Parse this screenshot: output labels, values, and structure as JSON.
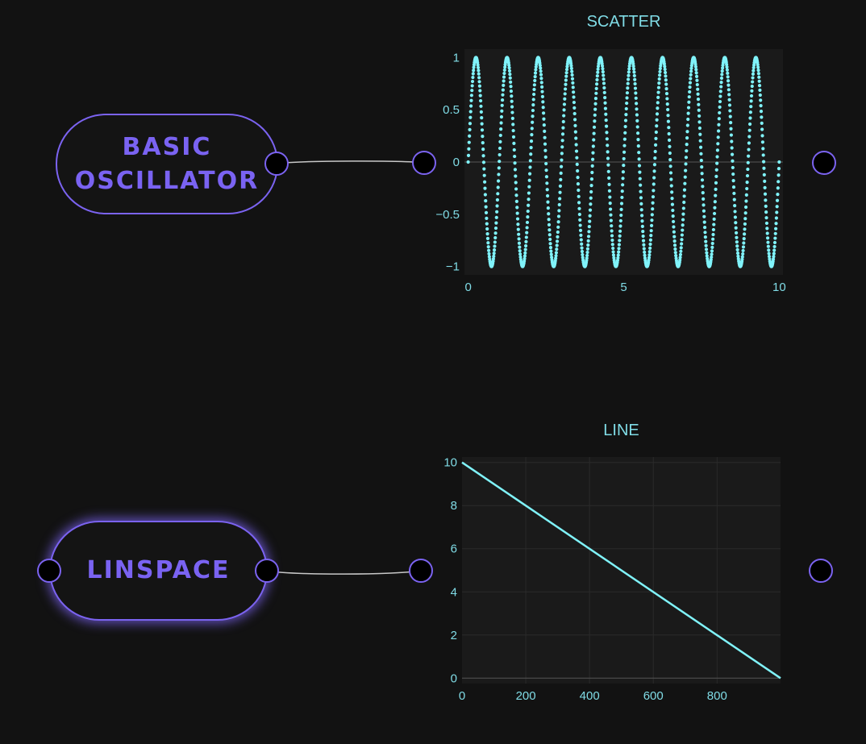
{
  "nodes": {
    "oscillator": {
      "line1": "BASIC",
      "line2": "OSCILLATOR"
    },
    "linspace": {
      "label": "LINSPACE"
    }
  },
  "colors": {
    "accent": "#7b63f0",
    "node_text": "#7a63f2",
    "plot": "#80f3fa",
    "axis_text": "#80dce6",
    "plot_bg": "#1a1a1a",
    "grid": "#2a2a2a",
    "wire": "#c8c8c8"
  },
  "chart_data": [
    {
      "type": "scatter",
      "title": "SCATTER",
      "xlabel": "",
      "ylabel": "",
      "function": "sin(2*pi*x)",
      "x_range": [
        0,
        10
      ],
      "n_points": 1000,
      "xlim": [
        -0.12,
        10.12
      ],
      "ylim": [
        -1.08,
        1.08
      ],
      "x_ticks": [
        0,
        5,
        10
      ],
      "x_tick_labels": [
        "0",
        "5",
        "10"
      ],
      "y_ticks": [
        1,
        0.5,
        0,
        -0.5,
        -1
      ],
      "y_tick_labels": [
        "1",
        "0.5",
        "0",
        "−0.5",
        "−1"
      ],
      "grid": false,
      "zero_line": true
    },
    {
      "type": "line",
      "title": "LINE",
      "xlabel": "",
      "ylabel": "",
      "x": [
        0,
        999
      ],
      "y": [
        10,
        0
      ],
      "xlim": [
        0,
        999
      ],
      "ylim": [
        -0.25,
        10.25
      ],
      "x_ticks": [
        0,
        200,
        400,
        600,
        800
      ],
      "x_tick_labels": [
        "0",
        "200",
        "400",
        "600",
        "800"
      ],
      "y_ticks": [
        10,
        8,
        6,
        4,
        2,
        0
      ],
      "y_tick_labels": [
        "10",
        "8",
        "6",
        "4",
        "2",
        "0"
      ],
      "grid": true,
      "zero_line": true
    }
  ]
}
